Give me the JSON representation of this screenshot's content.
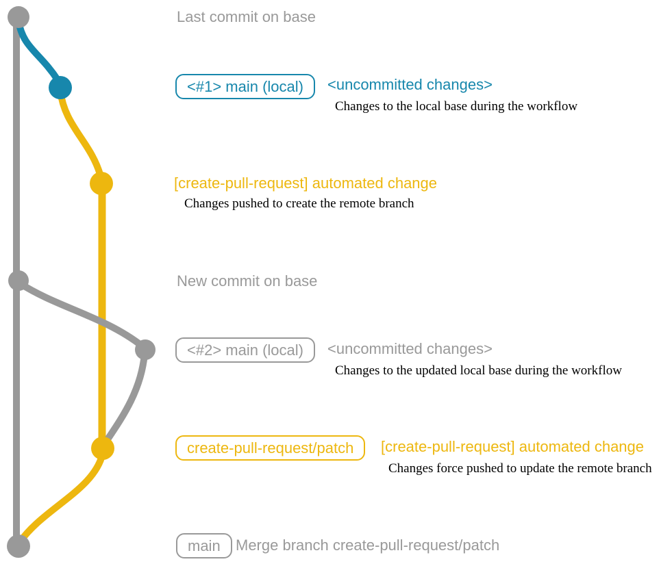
{
  "colors": {
    "gray": "#999999",
    "teal": "#1787ac",
    "yellow": "#edb70f",
    "ink": "#000000",
    "background": "#ffffff"
  },
  "annotations": {
    "last_commit": "Last commit on base",
    "new_commit": "New commit on base"
  },
  "rows": {
    "commit1": {
      "branch_label": "<#1> main (local)",
      "status": "<uncommitted changes>",
      "description": "Changes to the local base during the workflow"
    },
    "push1": {
      "title": "[create-pull-request] automated change",
      "description": "Changes pushed to create the remote branch"
    },
    "commit2": {
      "branch_label": "<#2> main (local)",
      "status": "<uncommitted changes>",
      "description": "Changes to the updated local base during the workflow"
    },
    "push2": {
      "branch_label": "create-pull-request/patch",
      "title": "[create-pull-request] automated change",
      "description": "Changes force pushed to update the remote branch"
    },
    "merge": {
      "branch_label": "main",
      "title": "Merge branch create-pull-request/patch"
    }
  },
  "graph": {
    "branches": [
      "base",
      "main (local)",
      "create-pull-request/patch"
    ],
    "nodes": [
      {
        "id": "last-commit-on-base",
        "color": "gray"
      },
      {
        "id": "local-main-commit-1",
        "color": "teal"
      },
      {
        "id": "automated-change-commit-1",
        "color": "yellow"
      },
      {
        "id": "new-commit-on-base",
        "color": "gray"
      },
      {
        "id": "local-main-commit-2",
        "color": "gray"
      },
      {
        "id": "automated-change-commit-2",
        "color": "yellow"
      },
      {
        "id": "merge-commit",
        "color": "gray"
      }
    ]
  }
}
